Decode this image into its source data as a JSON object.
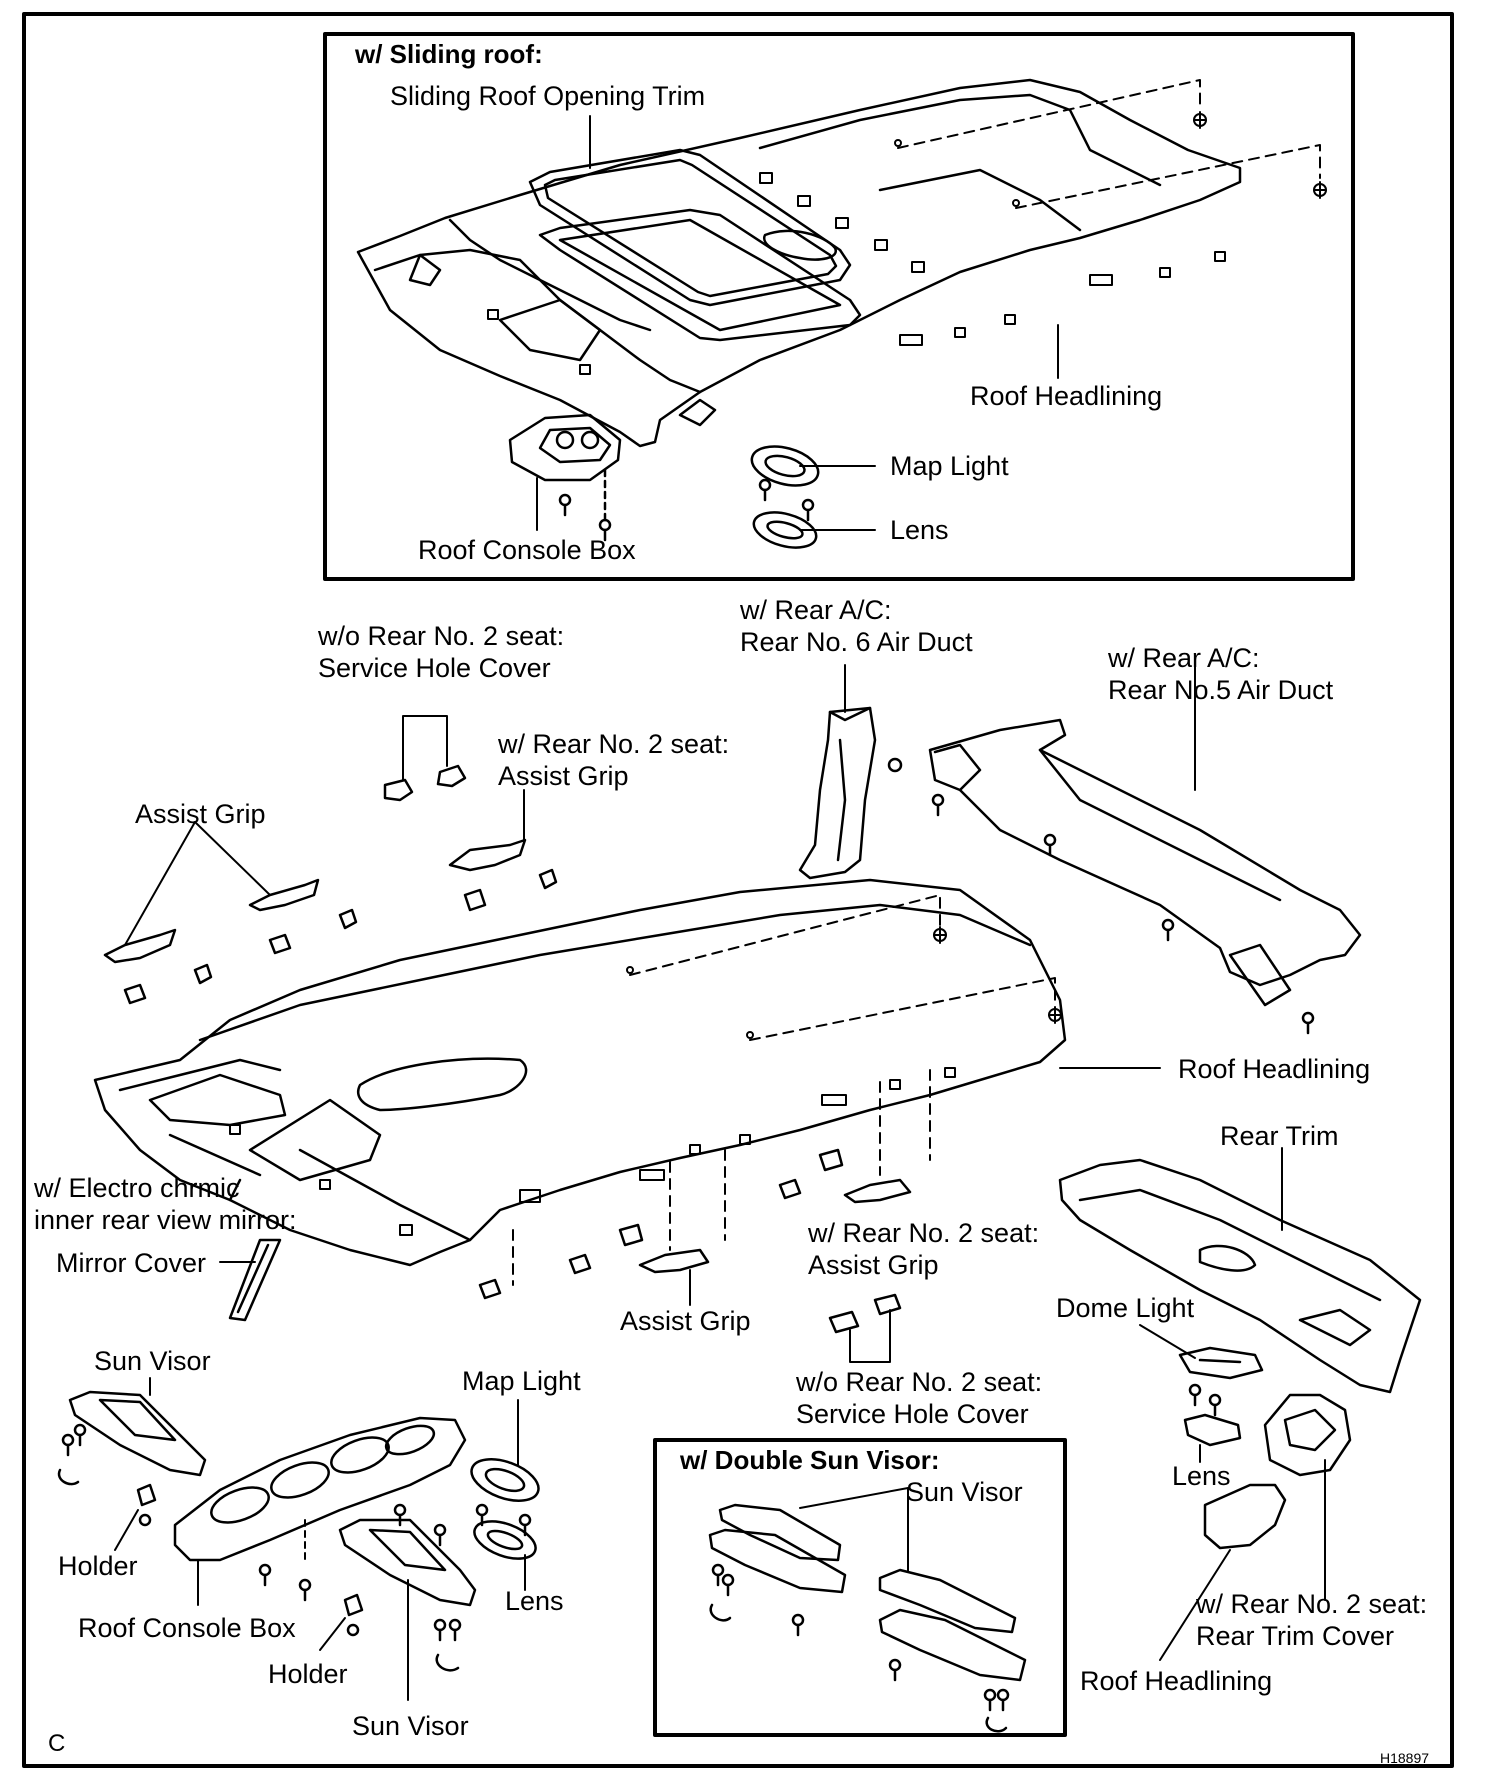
{
  "sliding_roof_box": {
    "heading": "w/ Sliding roof:",
    "opening_trim": "Sliding Roof Opening Trim",
    "roof_headlining": "Roof Headlining",
    "map_light": "Map Light",
    "lens": "Lens",
    "roof_console_box": "Roof Console Box"
  },
  "main": {
    "service_hole_cover_top_1": "w/o Rear No. 2 seat:",
    "service_hole_cover_top_2": "Service Hole Cover",
    "assist_grip_rear2_top_1": "w/ Rear No. 2 seat:",
    "assist_grip_rear2_top_2": "Assist Grip",
    "air_duct_6_1": "w/ Rear A/C:",
    "air_duct_6_2": "Rear No. 6 Air Duct",
    "air_duct_5_1": "w/ Rear A/C:",
    "air_duct_5_2": "Rear No.5  Air Duct",
    "assist_grip_left": "Assist Grip",
    "roof_headlining": "Roof Headlining",
    "rear_trim": "Rear Trim",
    "electro_1": "w/ Electro chrmic",
    "electro_2": "inner rear view mirror:",
    "mirror_cover": "Mirror Cover",
    "assist_grip_rear2_mid_1": "w/ Rear No. 2 seat:",
    "assist_grip_rear2_mid_2": "Assist Grip",
    "assist_grip_bottom": "Assist Grip",
    "dome_light": "Dome Light",
    "service_hole_cover_bot_1": "w/o Rear No. 2 seat:",
    "service_hole_cover_bot_2": "Service Hole Cover",
    "sun_visor_left": "Sun Visor",
    "map_light": "Map Light",
    "holder_left": "Holder",
    "roof_console_box": "Roof Console Box",
    "lens_left": "Lens",
    "holder_bottom": "Holder",
    "sun_visor_bottom": "Sun Visor",
    "lens_right": "Lens",
    "rear_trim_cover_1": "w/ Rear No. 2 seat:",
    "rear_trim_cover_2": "Rear Trim Cover",
    "roof_headlining_bottom": "Roof Headlining"
  },
  "double_visor_box": {
    "heading": "w/ Double Sun Visor:",
    "sun_visor": "Sun Visor"
  },
  "corner_letter": "C",
  "figure_code": "H18897"
}
